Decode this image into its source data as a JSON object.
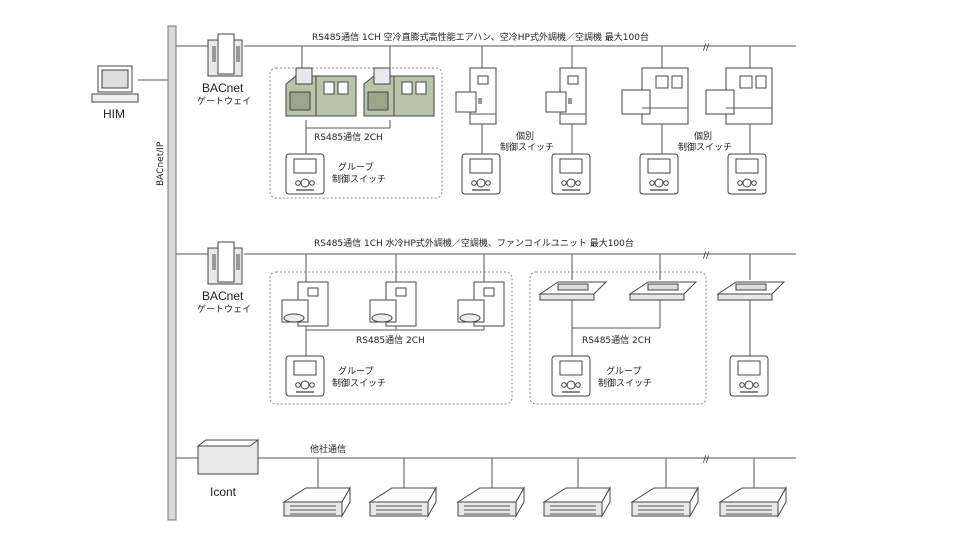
{
  "backbone_label": "BACnet/IP",
  "him_label": "HIM",
  "icont_label": "Icont",
  "row1": {
    "gateway_line1": "BACnet",
    "gateway_line2": "ゲートウェイ",
    "bus_title": "RS485通信 1CH 空冷直膨式高性能エアハン、空冷HP式外調機／空調機 最大100台",
    "group_bus": "RS485通信 2CH",
    "group_switch_line1": "グループ",
    "group_switch_line2": "制御スイッチ",
    "individual_line1": "個別",
    "individual_line2": "制御スイッチ"
  },
  "row2": {
    "gateway_line1": "BACnet",
    "gateway_line2": "ゲートウェイ",
    "bus_title": "RS485通信 1CH 水冷HP式外調機／空調機、ファンコイルユニット 最大100台",
    "group_bus_a": "RS485通信 2CH",
    "group_bus_b": "RS485通信 2CH",
    "group_switch_a_line1": "グループ",
    "group_switch_a_line2": "制御スイッチ",
    "group_switch_b_line1": "グループ",
    "group_switch_b_line2": "制御スイッチ"
  },
  "row3": {
    "bus_title": "他社通信"
  },
  "break_mark": "//"
}
